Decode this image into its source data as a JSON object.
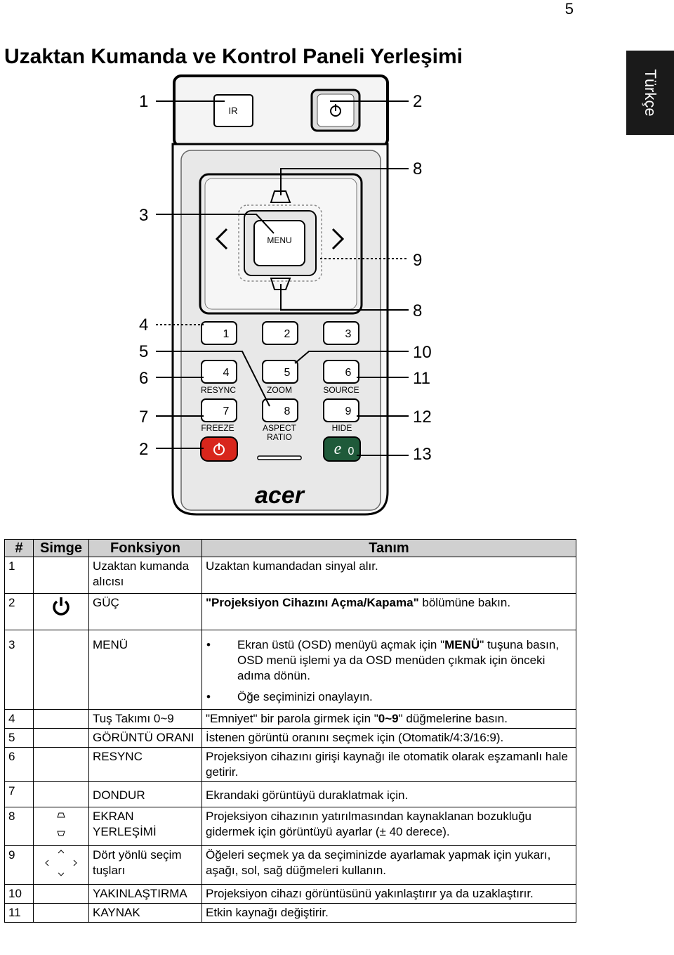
{
  "page_number": "5",
  "title": "Uzaktan Kumanda ve Kontrol Paneli Yerleşimi",
  "side_tab": "Türkçe",
  "remote": {
    "ir_label": "IR",
    "menu_label": "MENU",
    "brand": "acer",
    "keys": [
      {
        "num": "1",
        "label": ""
      },
      {
        "num": "2",
        "label": ""
      },
      {
        "num": "3",
        "label": ""
      },
      {
        "num": "4",
        "label": "RESYNC"
      },
      {
        "num": "5",
        "label": "ZOOM"
      },
      {
        "num": "6",
        "label": "SOURCE"
      },
      {
        "num": "7",
        "label": "FREEZE"
      },
      {
        "num": "8",
        "label": "ASPECT"
      },
      {
        "num": "9",
        "label": "HIDE"
      }
    ],
    "aspect_line2": "RATIO",
    "empowering_key": "e",
    "empowering_zero": "0",
    "callouts_left": [
      "1",
      "3",
      "4",
      "5",
      "6",
      "7",
      "2"
    ],
    "callouts_right": [
      "2",
      "8",
      "9",
      "8",
      "10",
      "11",
      "12",
      "13"
    ]
  },
  "table": {
    "headers": [
      "#",
      "Simge",
      "Fonksiyon",
      "Tanım"
    ],
    "rows": [
      {
        "num": "1",
        "func": "Uzaktan kumanda alıcısı",
        "desc": "Uzaktan kumandadan sinyal alır."
      },
      {
        "num": "2",
        "func": "GÜÇ",
        "desc_bold": "\"Projeksiyon Cihazını Açma/Kapama\"",
        "desc_rest": " bölümüne bakın."
      },
      {
        "num": "3",
        "func": "MENÜ",
        "bullet1_a": "Ekran üstü (OSD) menüyü açmak için \"",
        "bullet1_b": "MENÜ",
        "bullet1_c": "\" tuşuna basın, OSD menü işlemi ya da OSD menüden çıkmak için önceki adıma dönün.",
        "bullet2": "Öğe seçiminizi onaylayın."
      },
      {
        "num": "4",
        "func": "Tuş Takımı 0~9",
        "desc_a": "\"Emniyet\" bir parola girmek için \"",
        "desc_b": "0~9",
        "desc_c": "\" düğmelerine basın."
      },
      {
        "num": "5",
        "func": "GÖRÜNTÜ ORANI",
        "desc": "İstenen görüntü oranını seçmek için (Otomatik/4:3/16:9)."
      },
      {
        "num": "6",
        "func": "RESYNC",
        "desc": "Projeksiyon cihazını girişi kaynağı ile otomatik olarak eşzamanlı hale getirir."
      },
      {
        "num": "7",
        "func": "DONDUR",
        "desc": "Ekrandaki görüntüyü duraklatmak için."
      },
      {
        "num": "8",
        "func": "EKRAN YERLEŞİMİ",
        "desc": "Projeksiyon cihazının yatırılmasından kaynaklanan bozukluğu gidermek için görüntüyü ayarlar (± 40 derece)."
      },
      {
        "num": "9",
        "func": "Dört yönlü seçim tuşları",
        "desc": "Öğeleri seçmek ya da seçiminizde ayarlamak yapmak için yukarı, aşağı, sol, sağ düğmeleri kullanın."
      },
      {
        "num": "10",
        "func": "YAKINLAŞTIRMA",
        "desc": "Projeksiyon cihazı görüntüsünü yakınlaştırır ya da uzaklaştırır."
      },
      {
        "num": "11",
        "func": "KAYNAK",
        "desc": "Etkin kaynağı değiştirir."
      }
    ]
  }
}
